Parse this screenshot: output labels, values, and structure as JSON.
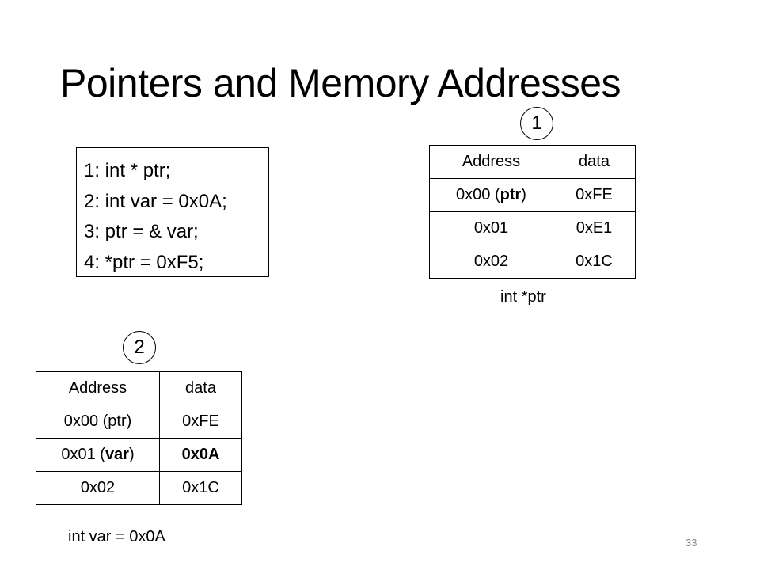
{
  "slide": {
    "title": "Pointers and Memory Addresses",
    "page_number": "33"
  },
  "code": {
    "lines": [
      "1: int * ptr;",
      "2: int var = 0x0A;",
      "3: ptr = & var;",
      "4: *ptr = 0xF5;"
    ]
  },
  "step1": {
    "label": "1",
    "header": {
      "address": "Address",
      "data": "data"
    },
    "rows": [
      {
        "addr_prefix": "0x00 (",
        "addr_bold": "ptr",
        "addr_suffix": ")",
        "data": "0xFE"
      },
      {
        "addr_prefix": "0x01",
        "addr_bold": "",
        "addr_suffix": "",
        "data": "0xE1"
      },
      {
        "addr_prefix": "0x02",
        "addr_bold": "",
        "addr_suffix": "",
        "data": "0x1C"
      }
    ],
    "caption": "int *ptr"
  },
  "step2": {
    "label": "2",
    "header": {
      "address": "Address",
      "data": "data"
    },
    "rows": [
      {
        "addr_prefix": "0x00 (ptr)",
        "addr_bold": "",
        "addr_suffix": "",
        "data": "0xFE"
      },
      {
        "addr_prefix": "0x01 (",
        "addr_bold": "var",
        "addr_suffix": ")",
        "data": "0x0A",
        "data_bold": true
      },
      {
        "addr_prefix": "0x02",
        "addr_bold": "",
        "addr_suffix": "",
        "data": "0x1C"
      }
    ],
    "caption": "int var = 0x0A"
  }
}
